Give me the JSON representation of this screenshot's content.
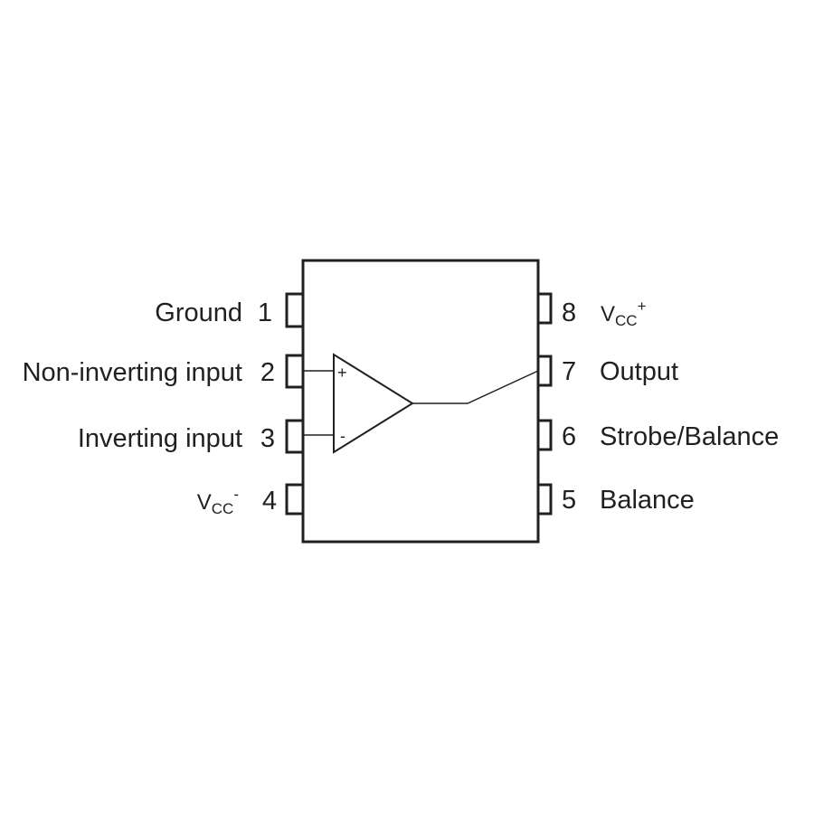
{
  "pins": [
    {
      "number": "1",
      "label": "Ground"
    },
    {
      "number": "2",
      "label": "Non-inverting input"
    },
    {
      "number": "3",
      "label": "Inverting input"
    },
    {
      "number": "4",
      "label": "",
      "supply": {
        "base": "V",
        "sub": "CC",
        "sup": "-"
      }
    },
    {
      "number": "5",
      "label": "Balance"
    },
    {
      "number": "6",
      "label": "Strobe/Balance"
    },
    {
      "number": "7",
      "label": "Output"
    },
    {
      "number": "8",
      "label": "",
      "supply": {
        "base": "V",
        "sub": "CC",
        "sup": "+"
      }
    }
  ],
  "opamp": {
    "plus_sign": "+",
    "minus_sign": "-"
  },
  "colors": {
    "line": "#231f20",
    "background": "#ffffff"
  }
}
